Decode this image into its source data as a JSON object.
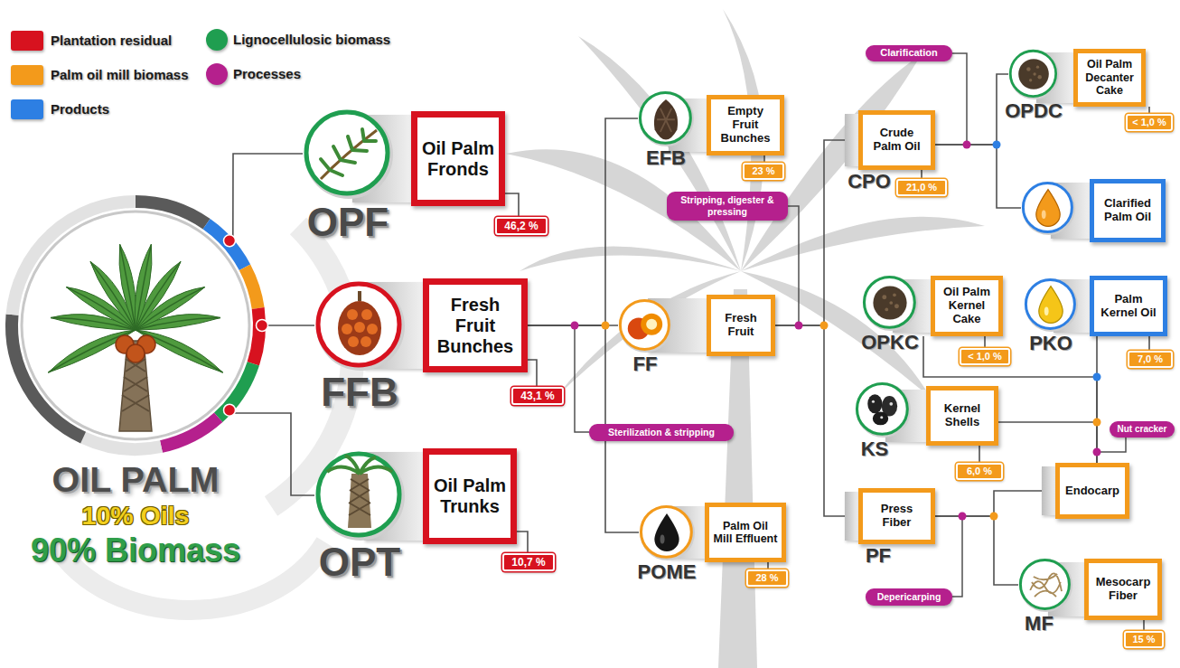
{
  "diagram": {
    "nodes": [
      {
        "text": [
          "OIL PALM",
          "10% Oils",
          "90% Biomass"
        ]
      },
      {
        "text": [
          "Oil Palm Fronds",
          "OPF"
        ]
      },
      {
        "text": [
          "46,2 %"
        ]
      },
      {
        "text": [
          "Fresh Fruit Bunches",
          "FFB"
        ]
      },
      {
        "text": [
          "43,1 %"
        ]
      },
      {
        "text": [
          "Oil Palm Trunks",
          "OPT"
        ]
      },
      {
        "text": [
          "10,7 %"
        ]
      },
      {
        "text": [
          "Empty Fruit Bunches",
          "EFB"
        ]
      },
      {
        "text": [
          "23 %"
        ]
      },
      {
        "text": [
          "Sterilization & stripping"
        ]
      },
      {
        "text": [
          "Fresh Fruit",
          "FF"
        ]
      },
      {
        "text": [
          "Stripping, digester & pressing"
        ]
      },
      {
        "text": [
          "Palm Oil Mill Effluent",
          "POME"
        ]
      },
      {
        "text": [
          "28 %"
        ]
      },
      {
        "text": [
          "Crude Palm Oil",
          "CPO"
        ]
      },
      {
        "text": [
          "21,0 %"
        ]
      },
      {
        "text": [
          "Clarification"
        ]
      },
      {
        "text": [
          "Oil Palm Decanter Cake",
          "OPDC"
        ]
      },
      {
        "text": [
          "< 1,0 %"
        ]
      },
      {
        "text": [
          "Clarified Palm Oil"
        ]
      },
      {
        "text": [
          "Oil Palm Kernel Cake",
          "OPKC"
        ]
      },
      {
        "text": [
          "< 1,0 %"
        ]
      },
      {
        "text": [
          "Palm Kernel Oil",
          "PKO"
        ]
      },
      {
        "text": [
          "7,0 %"
        ]
      },
      {
        "text": [
          "Kernel Shells",
          "KS"
        ]
      },
      {
        "text": [
          "6,0 %"
        ]
      },
      {
        "text": [
          "Nut cracker"
        ]
      },
      {
        "text": [
          "Press Fiber",
          "PF"
        ]
      },
      {
        "text": [
          "Endocarp"
        ]
      },
      {
        "text": [
          "Depericarping"
        ]
      },
      {
        "text": [
          "Mesocarp Fiber",
          "MF"
        ]
      },
      {
        "text": [
          "15 %"
        ]
      }
    ],
    "edges": [
      {
        "from": 0,
        "to": 1,
        "arrow": "none"
      },
      {
        "from": 0,
        "to": 3,
        "arrow": "none"
      },
      {
        "from": 0,
        "to": 5,
        "arrow": "none"
      },
      {
        "from": 1,
        "to": 2,
        "arrow": "none"
      },
      {
        "from": 3,
        "to": 4,
        "arrow": "none"
      },
      {
        "from": 5,
        "to": 6,
        "arrow": "none"
      },
      {
        "from": 3,
        "to": 7,
        "arrow": "none"
      },
      {
        "from": 3,
        "to": 10,
        "arrow": "none"
      },
      {
        "from": 3,
        "to": 12,
        "arrow": "none"
      },
      {
        "from": 7,
        "to": 8,
        "arrow": "none"
      },
      {
        "from": 12,
        "to": 13,
        "arrow": "none"
      },
      {
        "from": 10,
        "to": 14,
        "arrow": "none"
      },
      {
        "from": 10,
        "to": 27,
        "arrow": "none"
      },
      {
        "from": 14,
        "to": 15,
        "arrow": "none"
      },
      {
        "from": 14,
        "to": 17,
        "arrow": "none"
      },
      {
        "from": 14,
        "to": 19,
        "arrow": "none"
      },
      {
        "from": 17,
        "to": 18,
        "arrow": "none"
      },
      {
        "from": 27,
        "to": 28,
        "arrow": "none"
      },
      {
        "from": 27,
        "to": 30,
        "arrow": "none"
      },
      {
        "from": 30,
        "to": 31,
        "arrow": "none"
      },
      {
        "from": 28,
        "to": 24,
        "arrow": "none"
      },
      {
        "from": 28,
        "to": 22,
        "arrow": "none"
      },
      {
        "from": 28,
        "to": 20,
        "arrow": "none"
      },
      {
        "from": 24,
        "to": 25,
        "arrow": "none"
      },
      {
        "from": 22,
        "to": 23,
        "arrow": "none"
      },
      {
        "from": 20,
        "to": 21,
        "arrow": "none"
      }
    ],
    "legend": [
      {
        "text": "Plantation residual",
        "color": "#d7121f"
      },
      {
        "text": "Palm oil mill biomass",
        "color": "#f39a1b"
      },
      {
        "text": "Products",
        "color": "#2d7fe3"
      },
      {
        "text": "Lignocellulosic biomass",
        "color": "#1f9e50"
      },
      {
        "text": "Processes",
        "color": "#b5208d"
      }
    ]
  }
}
